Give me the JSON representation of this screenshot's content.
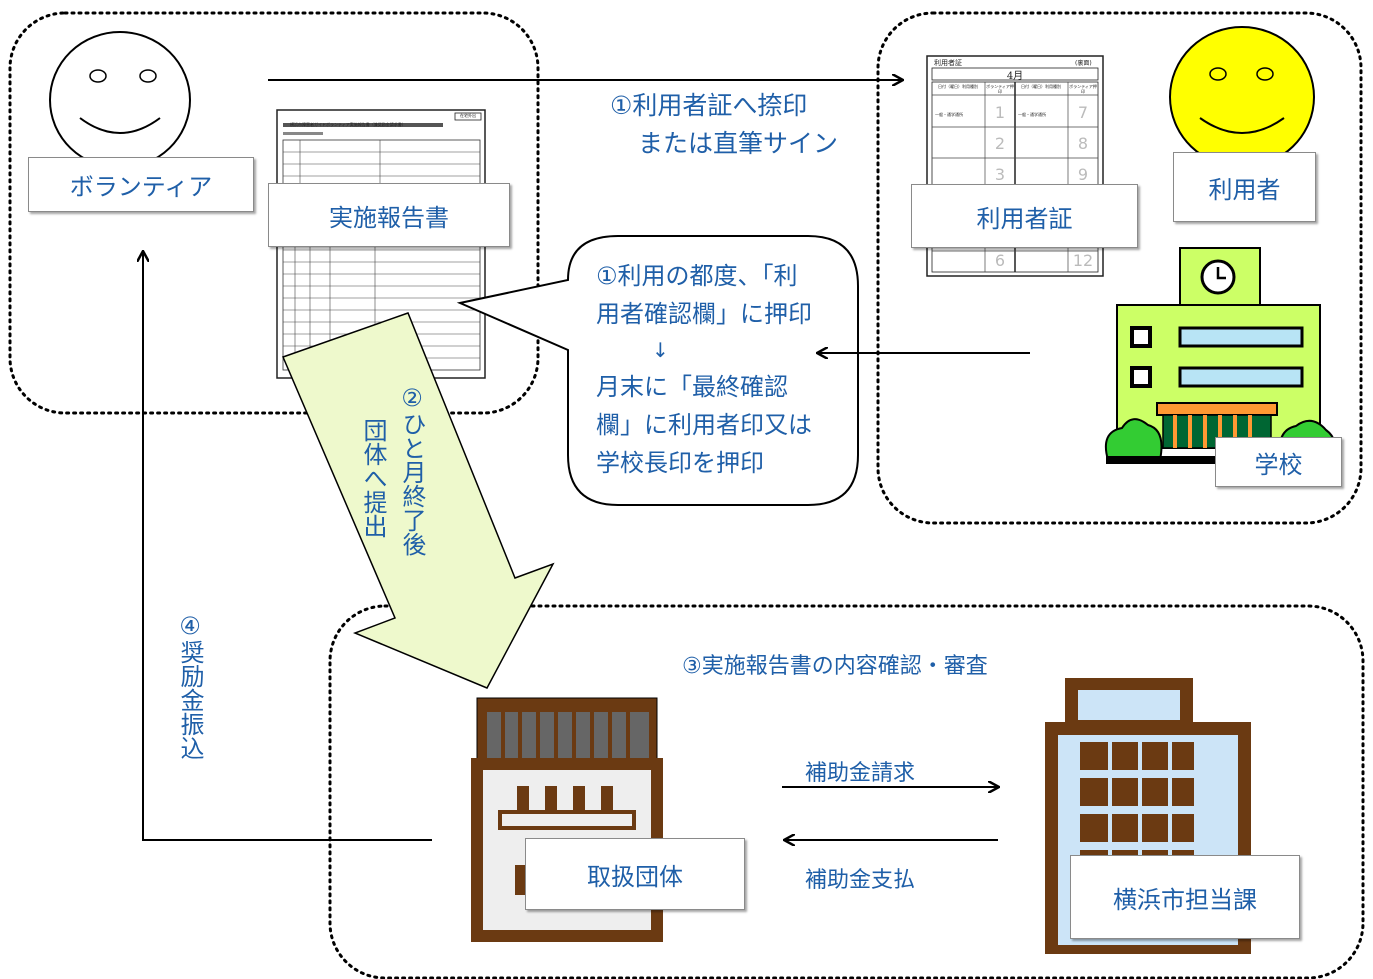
{
  "labels": {
    "volunteer": "ボランティア",
    "report": "実施報告書",
    "user_card": "利用者証",
    "user": "利用者",
    "school": "学校",
    "organization": "取扱団体",
    "city_dept": "横浜市担当課"
  },
  "steps": {
    "step1_top_line1": "①利用者証へ捺印",
    "step1_top_line2": "または直筆サイン",
    "step1_bubble": [
      "①利用の都度、「利",
      "用者確認欄」に押印",
      "↓",
      "月末に「最終確認",
      "欄」に利用者印又は",
      "学校長印を押印"
    ],
    "step2_col1": "②ひと月終了後",
    "step2_col2": "団体へ提出",
    "step3": "③実施報告書の内容確認・審査",
    "step4": "④奨励金振込",
    "subsidy_request": "補助金請求",
    "subsidy_payment": "補助金支払"
  },
  "user_card_doc": {
    "title": "利用者証",
    "month": "4月",
    "note": "(裏面)",
    "col_head_a": "日付（曜日）利用種別",
    "col_head_b": "ボランティア押印",
    "row_type": "一般・通学通所",
    "left_numbers": [
      "1",
      "2",
      "3",
      "6"
    ],
    "right_numbers": [
      "7",
      "8",
      "9",
      "12"
    ]
  },
  "report_doc": {
    "title": "横浜市障害者ガイドボランティア実施報告書（兼奨励金請求書）",
    "badge": "在宅外出"
  },
  "colors": {
    "text": "#1f5fa8",
    "smiley_yellow": "#ffff00",
    "school_green": "#ccff66",
    "arrow_fill": "#eef9cc",
    "building_brown": "#6b3a12",
    "building_blue": "#cce4f7"
  }
}
